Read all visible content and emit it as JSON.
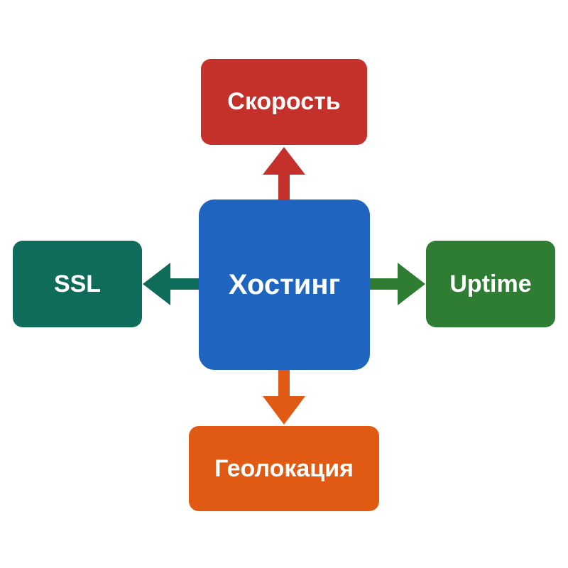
{
  "diagram": {
    "center": {
      "label": "Хостинг",
      "color": "#1f65bf"
    },
    "top": {
      "label": "Скорость",
      "color": "#c4302a"
    },
    "left": {
      "label": "SSL",
      "color": "#0f6b5a"
    },
    "right": {
      "label": "Uptime",
      "color": "#2e7d32"
    },
    "bottom": {
      "label": "Геолокация",
      "color": "#e05a14"
    }
  }
}
